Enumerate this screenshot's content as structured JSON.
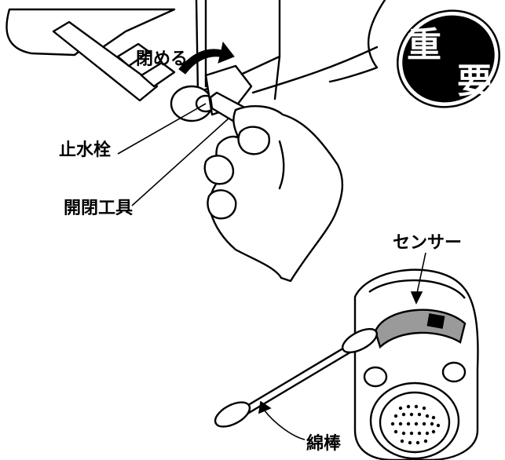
{
  "labels": {
    "close_direction": "閉める",
    "stop_valve": "止水栓",
    "open_close_tool": "開閉工具",
    "sensor": "センサー",
    "cotton_swab": "綿棒"
  },
  "badge": {
    "char_1": "重",
    "char_2": "要"
  },
  "colors": {
    "line": "#000000",
    "sensor_window": "#9a9a9a",
    "badge_fill": "#000000",
    "badge_text": "#ffffff"
  }
}
